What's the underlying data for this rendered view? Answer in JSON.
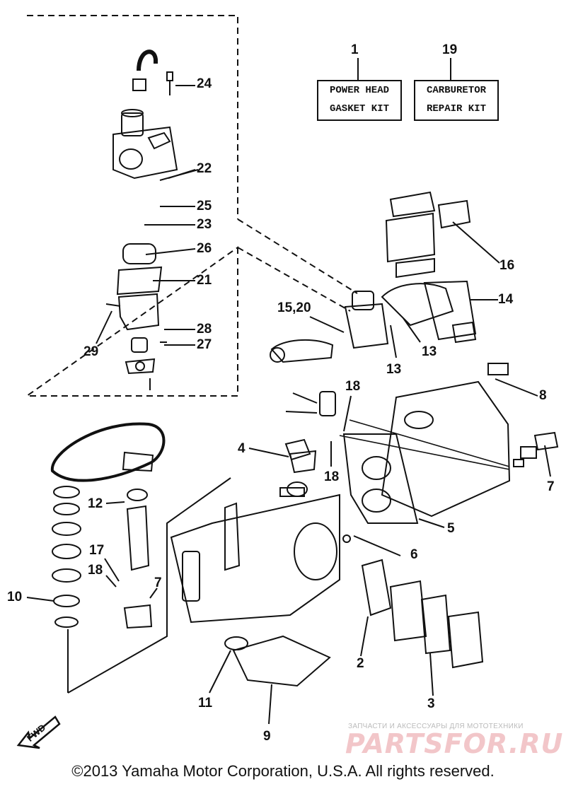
{
  "kits": {
    "power_head": {
      "ref": "1",
      "line1": "POWER HEAD",
      "line2": "GASKET KIT"
    },
    "carburetor": {
      "ref": "19",
      "line1": "CARBURETOR",
      "line2": "REPAIR KIT"
    }
  },
  "callouts": {
    "c24": "24",
    "c22": "22",
    "c25": "25",
    "c23": "23",
    "c26": "26",
    "c21": "21",
    "c28": "28",
    "c27": "27",
    "c29": "29",
    "c16": "16",
    "c14": "14",
    "c1520": "15,20",
    "c13a": "13",
    "c13b": "13",
    "c18a": "18",
    "c8": "8",
    "c4": "4",
    "c18b": "18",
    "c7a": "7",
    "c12": "12",
    "c5": "5",
    "c6": "6",
    "c17": "17",
    "c18c": "18",
    "c7b": "7",
    "c10": "10",
    "c2": "2",
    "c11": "11",
    "c3": "3",
    "c9": "9"
  },
  "fwd_label": "FWD",
  "watermark": {
    "line": "ЗАПЧАСТИ И АКСЕССУАРЫ ДЛЯ МОТОТЕХНИКИ",
    "logo": "PARTSFOR.RU"
  },
  "copyright": "©2013 Yamaha Motor Corporation, U.S.A. All rights reserved."
}
